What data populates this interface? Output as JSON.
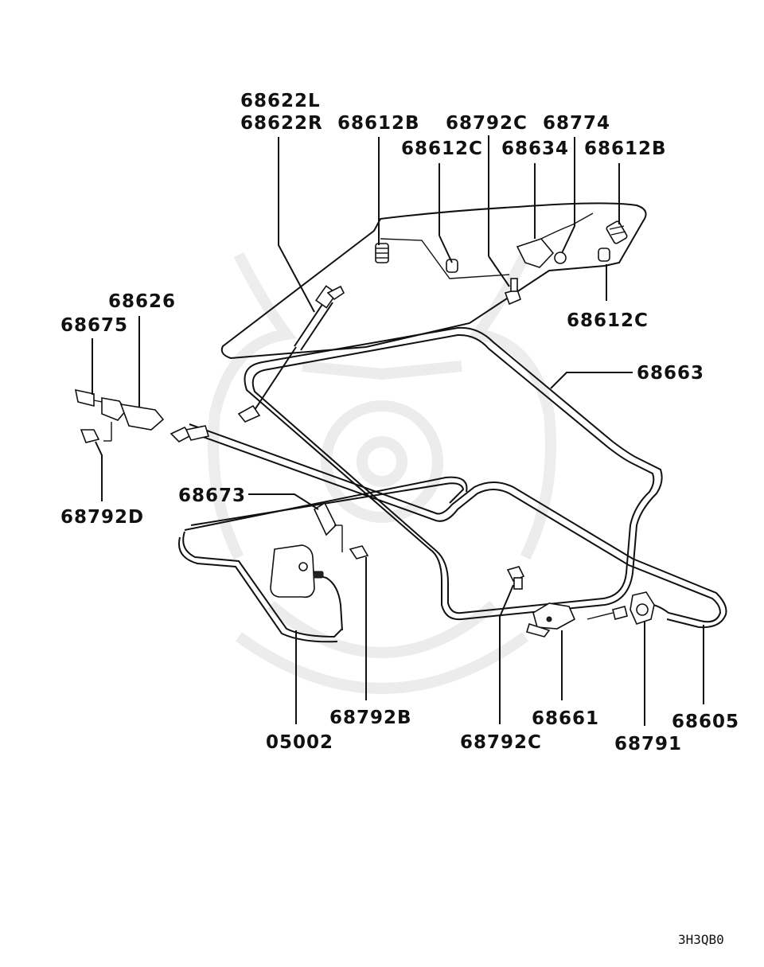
{
  "labels": {
    "p68622L": "68622L",
    "p68622R": "68622R",
    "p68612B_top": "68612B",
    "p68792C_top": "68792C",
    "p68774": "68774",
    "p68612C_top": "68612C",
    "p68634": "68634",
    "p68612B_right": "68612B",
    "p68626": "68626",
    "p68675": "68675",
    "p68612C_right": "68612C",
    "p68663": "68663",
    "p68673": "68673",
    "p68792D": "68792D",
    "p68792B": "68792B",
    "p05002": "05002",
    "p68661": "68661",
    "p68605": "68605",
    "p68792C_bottom": "68792C",
    "p68791": "68791"
  },
  "diagram_code": "3H3QB0"
}
